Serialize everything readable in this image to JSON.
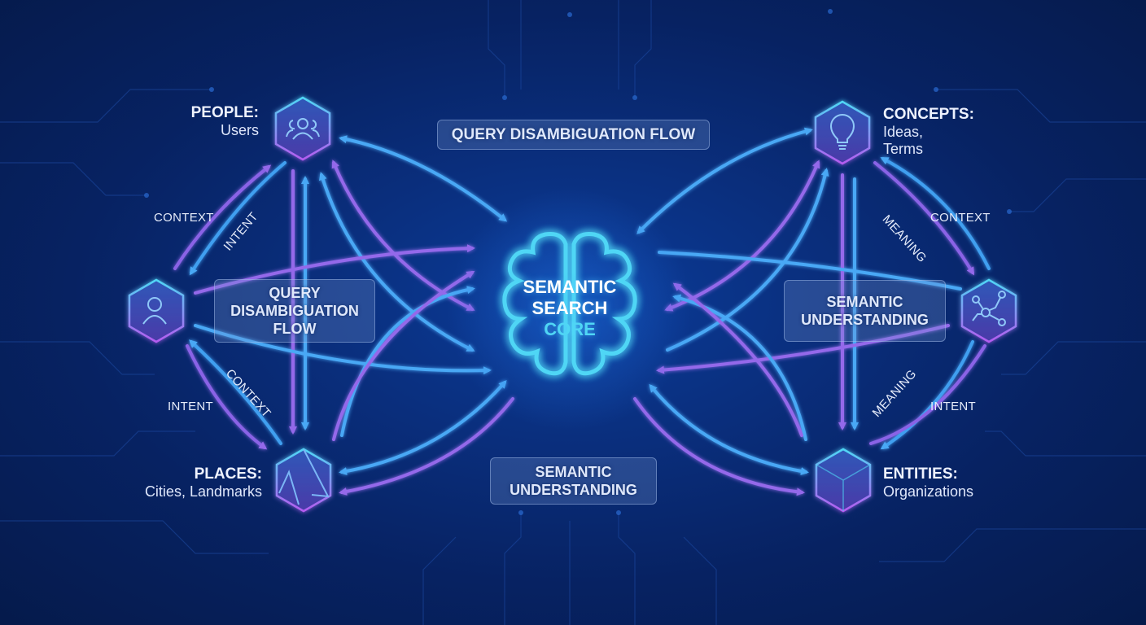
{
  "diagram": {
    "core": {
      "line1": "SEMANTIC",
      "line2": "SEARCH",
      "line3": "CORE",
      "icon": "brain-icon"
    },
    "nodes": {
      "people": {
        "title": "PEOPLE:",
        "sub": "Users",
        "icon": "users-group-icon"
      },
      "user": {
        "icon": "user-icon"
      },
      "places": {
        "title": "PLACES:",
        "sub": "Cities, Landmarks",
        "icon": "map-landmark-icon"
      },
      "concepts": {
        "title": "CONCEPTS:",
        "sub1": "Ideas,",
        "sub2": "Terms",
        "icon": "lightbulb-icon"
      },
      "network": {
        "icon": "network-graph-icon"
      },
      "entities": {
        "title": "ENTITIES:",
        "sub": "Organizations",
        "icon": "cube-icon"
      }
    },
    "panels": {
      "top": "QUERY DISAMBIGUATION FLOW",
      "left": {
        "line1": "QUERY",
        "line2": "DISAMBIGUATION",
        "line3": "FLOW"
      },
      "right": {
        "line1": "SEMANTIC",
        "line2": "UNDERSTANDING"
      },
      "bottom": {
        "line1": "SEMANTIC",
        "line2": "UNDERSTANDING"
      }
    },
    "flow_tags": {
      "left_top_context": "CONTEXT",
      "left_top_intent": "INTENT",
      "left_bottom_intent": "INTENT",
      "left_bottom_context": "CONTEXT",
      "right_top_meaning": "MEANING",
      "right_top_context": "CONTEXT",
      "right_bottom_meaning": "MEANING",
      "right_bottom_intent": "INTENT"
    },
    "colors": {
      "background": "#072262",
      "cyan": "#4fd6f5",
      "blue_arrow": "#3f9ff0",
      "purple_arrow": "#8a63e6",
      "hex_fill": "#3a3fa8"
    }
  }
}
